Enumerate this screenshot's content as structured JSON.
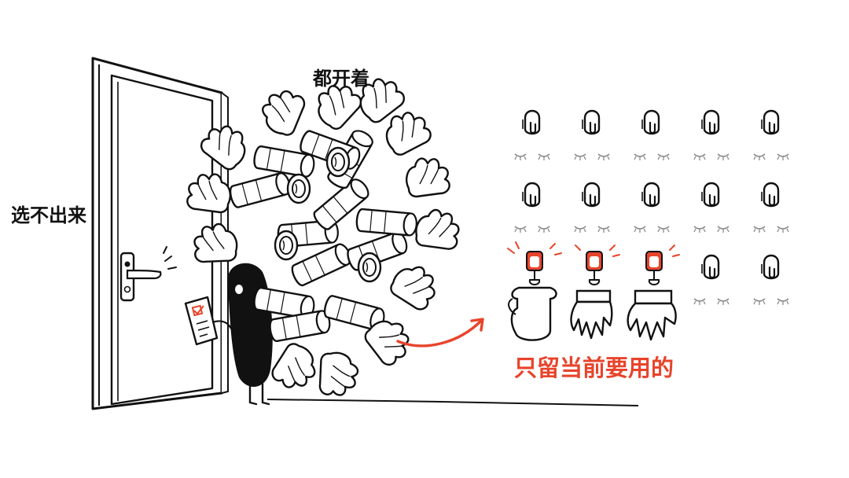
{
  "labels": {
    "cannot_choose": "选不出来",
    "all_open": "都开着",
    "keep_only_needed": "只留当前要用的"
  },
  "colors": {
    "ink": "#111111",
    "accent": "#e8442b",
    "gray": "#9a9a9a"
  },
  "hook_grid": {
    "rows": 3,
    "cols": 5,
    "gloves_in_row3": 3
  },
  "icons": [
    "door",
    "door-handle",
    "checklist-card",
    "character",
    "arm-bundle",
    "hook",
    "closed-eyes",
    "red-tab",
    "mitten",
    "glove",
    "curved-arrow"
  ]
}
